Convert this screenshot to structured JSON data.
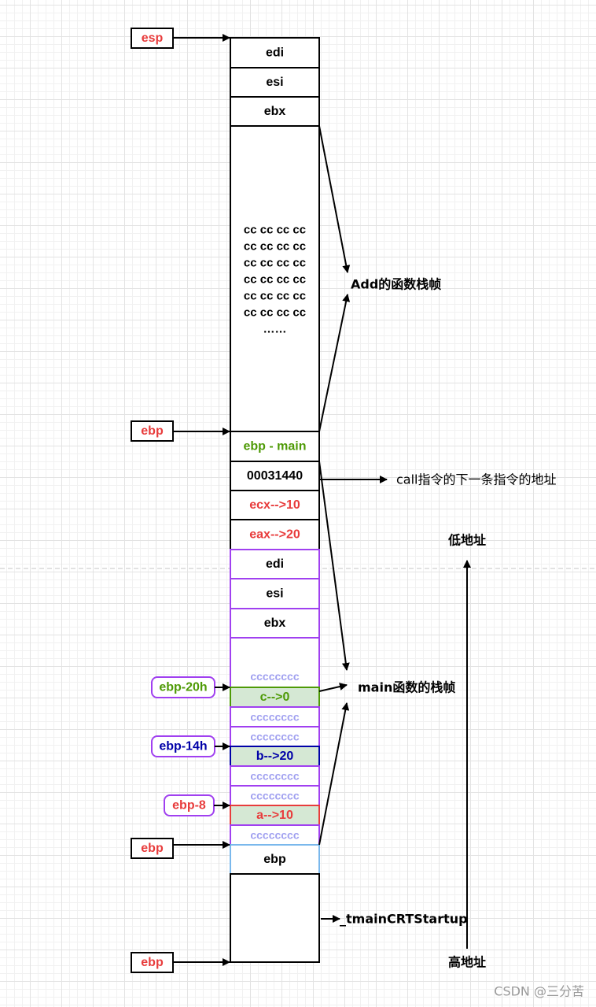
{
  "stack": {
    "add_frame": {
      "edi": "edi",
      "esi": "esi",
      "ebx": "ebx",
      "cc_rows": [
        "cc cc cc cc",
        "cc cc cc cc",
        "cc cc cc cc",
        "cc cc cc cc",
        "cc cc cc cc",
        "cc cc cc cc"
      ],
      "cc_ellipsis": "……"
    },
    "ebp_main": "ebp - main",
    "return_address": "00031440",
    "arg_ecx": "ecx-->10",
    "arg_eax": "eax-->20",
    "main_frame": {
      "edi": "edi",
      "esi": "esi",
      "ebx": "ebx",
      "filler": "cccccccc",
      "var_c": "c-->0",
      "var_b": "b-->20",
      "var_a": "a-->10",
      "ebp": "ebp"
    }
  },
  "pointers": {
    "esp": "esp",
    "ebp_add": "ebp",
    "ebp_main": "ebp",
    "ebp_bottom": "ebp",
    "offset_c": "ebp-20h",
    "offset_b": "ebp-14h",
    "offset_a": "ebp-8"
  },
  "labels": {
    "add_frame": "Add的函数栈帧",
    "call_next": "call指令的下一条指令的地址",
    "main_frame": "main函数的栈帧",
    "caller": "_tmainCRTStartup",
    "low_address": "低地址",
    "high_address": "高地址"
  },
  "watermark": "CSDN @三分苦",
  "colors": {
    "red": "#e83c3c",
    "green": "#4e9a06",
    "blue": "#0000a8",
    "purple": "#a040f0",
    "filler": "#a0a0f0",
    "light_green_fill": "#d5e8d4",
    "light_blue_border": "#7ab8ec"
  }
}
